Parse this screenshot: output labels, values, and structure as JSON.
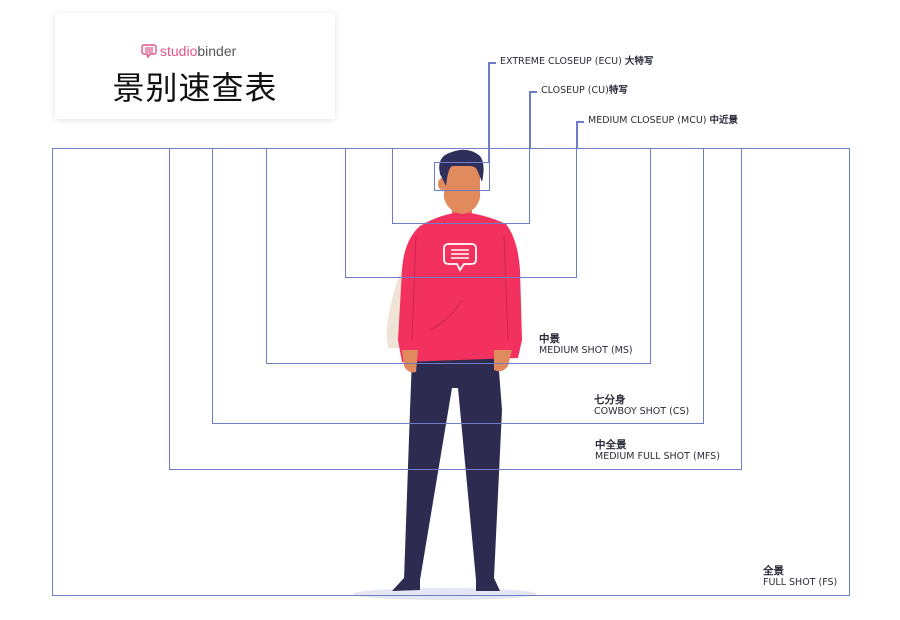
{
  "header": {
    "brand_prefix": "studio",
    "brand_suffix": "binder",
    "title": "景别速查表",
    "brand_icon": "chat-bubble-icon"
  },
  "colors": {
    "frame_line": "#6f7dc9",
    "brand_pink": "#e0558a",
    "shirt": "#f2315e",
    "pants": "#2d2b4f",
    "skin": "#e08a5e",
    "hair": "#2e2f5a",
    "bag": "#efe4d6"
  },
  "shots": [
    {
      "key": "ecu",
      "en": "EXTREME CLOSEUP (ECU)",
      "cn": "大特写"
    },
    {
      "key": "cu",
      "en": "CLOSEUP (CU)",
      "cn": "特写"
    },
    {
      "key": "mcu",
      "en": "MEDIUM CLOSEUP (MCU)",
      "cn": "中近景"
    },
    {
      "key": "ms",
      "en": "MEDIUM SHOT (MS)",
      "cn": "中景"
    },
    {
      "key": "cs",
      "en": "COWBOY SHOT (CS)",
      "cn": "七分身"
    },
    {
      "key": "mfs",
      "en": "MEDIUM FULL SHOT (MFS)",
      "cn": "中全景"
    },
    {
      "key": "fs",
      "en": "FULL SHOT (FS)",
      "cn": "全景"
    }
  ]
}
